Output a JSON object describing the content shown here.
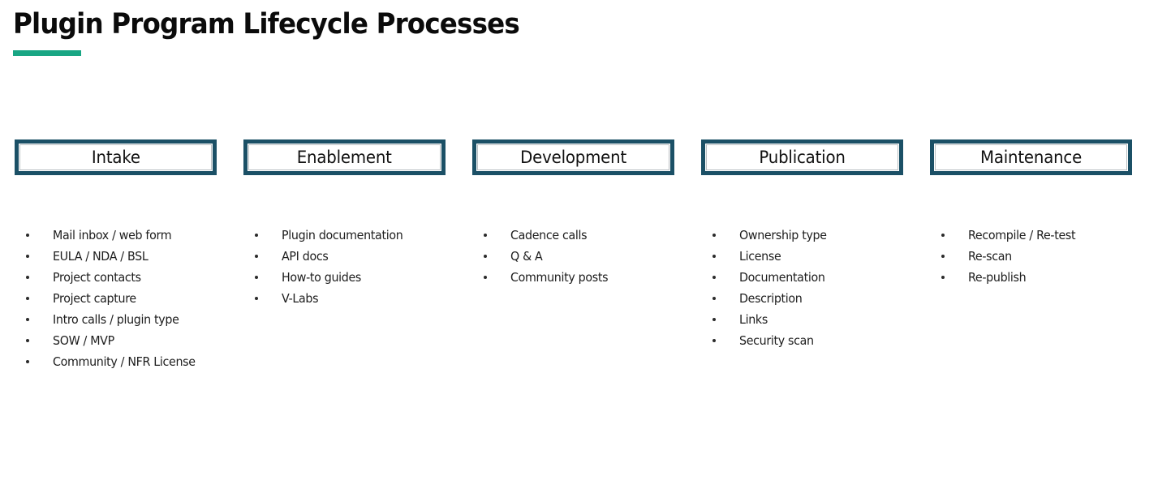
{
  "title": {
    "text": "Plugin Program Lifecycle Processes",
    "accent_color": "#19a684"
  },
  "theme": {
    "box_border_color": "#1b5066",
    "box_inner_line_color": "#b9bfc2",
    "background": "#ffffff",
    "text_color": "#1d1d1d"
  },
  "stages": [
    {
      "name": "Intake",
      "items": [
        "Mail inbox / web form",
        "EULA / NDA / BSL",
        "Project contacts",
        "Project capture",
        "Intro calls / plugin type",
        "SOW / MVP",
        "Community / NFR License"
      ]
    },
    {
      "name": "Enablement",
      "items": [
        "Plugin documentation",
        "API docs",
        "How-to guides",
        "V-Labs"
      ]
    },
    {
      "name": "Development",
      "items": [
        "Cadence calls",
        "Q & A",
        "Community posts"
      ]
    },
    {
      "name": "Publication",
      "items": [
        "Ownership type",
        "License",
        "Documentation",
        "Description",
        "Links",
        "Security scan"
      ]
    },
    {
      "name": "Maintenance",
      "items": [
        "Recompile / Re-test",
        "Re-scan",
        "Re-publish"
      ]
    }
  ]
}
